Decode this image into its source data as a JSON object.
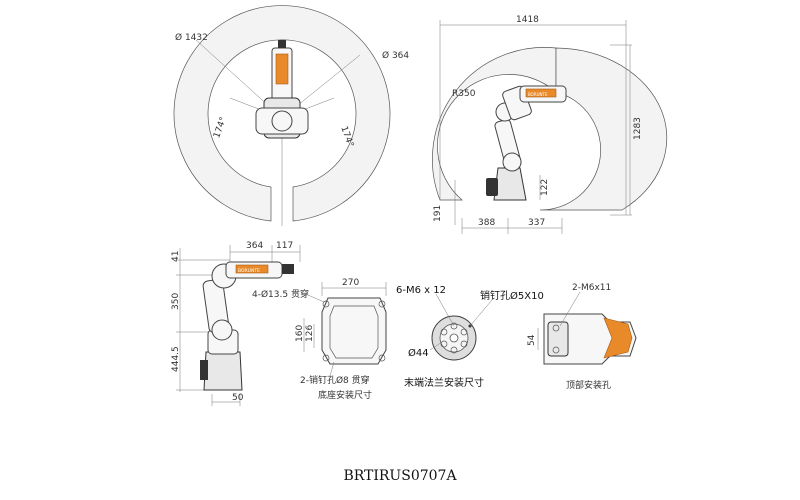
{
  "top_left": {
    "dia_outer": "Ø 1432",
    "dia_inner": "Ø 364",
    "angle_left": "174°",
    "angle_right": "174°"
  },
  "top_right": {
    "width": "1418",
    "height": "1283",
    "radius": "R350",
    "d122": "122",
    "d191": "191",
    "d388": "388",
    "d337": "337"
  },
  "front": {
    "d364": "364",
    "d117": "117",
    "d41": "41",
    "d350": "350",
    "d444": "444.5",
    "d50": "50"
  },
  "base": {
    "d270": "270",
    "d160": "160",
    "d126": "126",
    "hole_a": "4-Ø13.5 贯穿",
    "hole_b": "2-销钉孔Ø8 贯穿",
    "caption": "底座安装尺寸"
  },
  "flange": {
    "screws": "6-M6 x 12",
    "pin": "销钉孔Ø5X10",
    "dia": "Ø44",
    "caption": "末端法兰安装尺寸"
  },
  "top_mount": {
    "screws": "2-M6x11",
    "d54": "54",
    "caption": "顶部安装孔"
  },
  "robot_brand": "BORUNTE",
  "model": "BRTIRUS0707A"
}
